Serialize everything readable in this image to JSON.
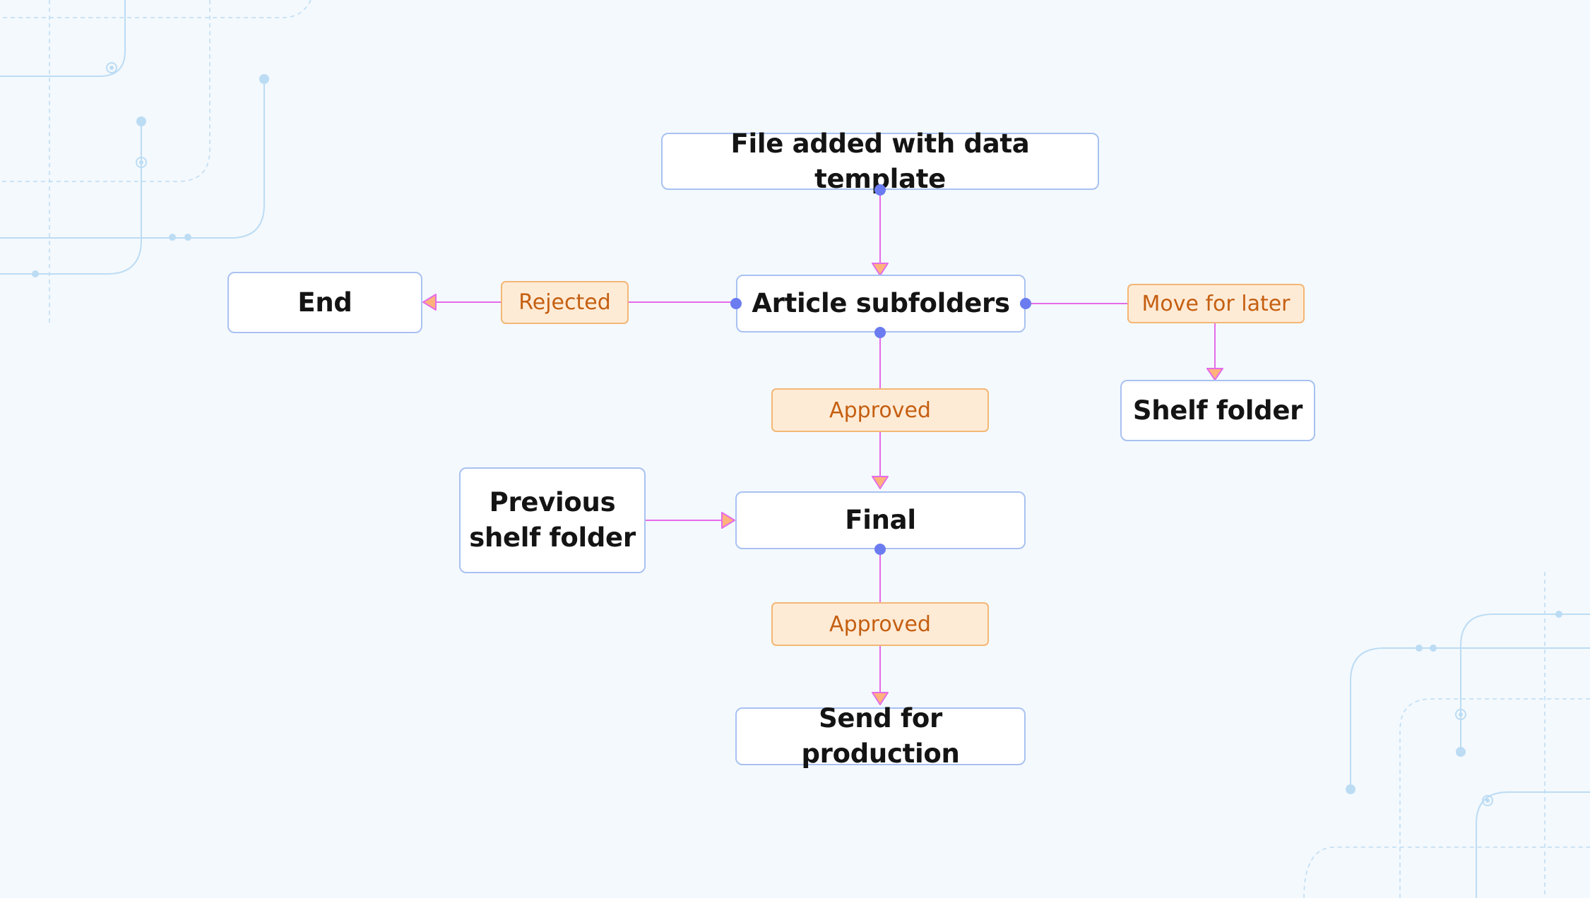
{
  "diagram": {
    "nodes": {
      "file_added": "File added with data template",
      "article_subfolders": "Article subfolders",
      "end": "End",
      "shelf_folder": "Shelf folder",
      "previous_shelf_folder_line1": "Previous",
      "previous_shelf_folder_line2": "shelf folder",
      "final": "Final",
      "send_for_production": "Send for production"
    },
    "edge_labels": {
      "rejected": "Rejected",
      "move_for_later": "Move for later",
      "approved_1": "Approved",
      "approved_2": "Approved"
    },
    "edges": [
      {
        "from": "File added with data template",
        "to": "Article subfolders",
        "label": ""
      },
      {
        "from": "Article subfolders",
        "to": "End",
        "label": "Rejected"
      },
      {
        "from": "Article subfolders",
        "to": "Shelf folder",
        "label": "Move for later"
      },
      {
        "from": "Article subfolders",
        "to": "Final",
        "label": "Approved"
      },
      {
        "from": "Previous shelf folder",
        "to": "Final",
        "label": ""
      },
      {
        "from": "Final",
        "to": "Send for production",
        "label": "Approved"
      }
    ]
  },
  "colors": {
    "background": "#f4f9fd",
    "node_border": "#a9c1f2",
    "connector_line": "#e56be8",
    "connector_dot": "#6b7cf0",
    "arrow_fill": "#ffb37a",
    "label_fill": "#feebd6",
    "label_border": "#f3b775",
    "label_text": "#c55f11",
    "decor_lines": "#bcdcf4"
  }
}
